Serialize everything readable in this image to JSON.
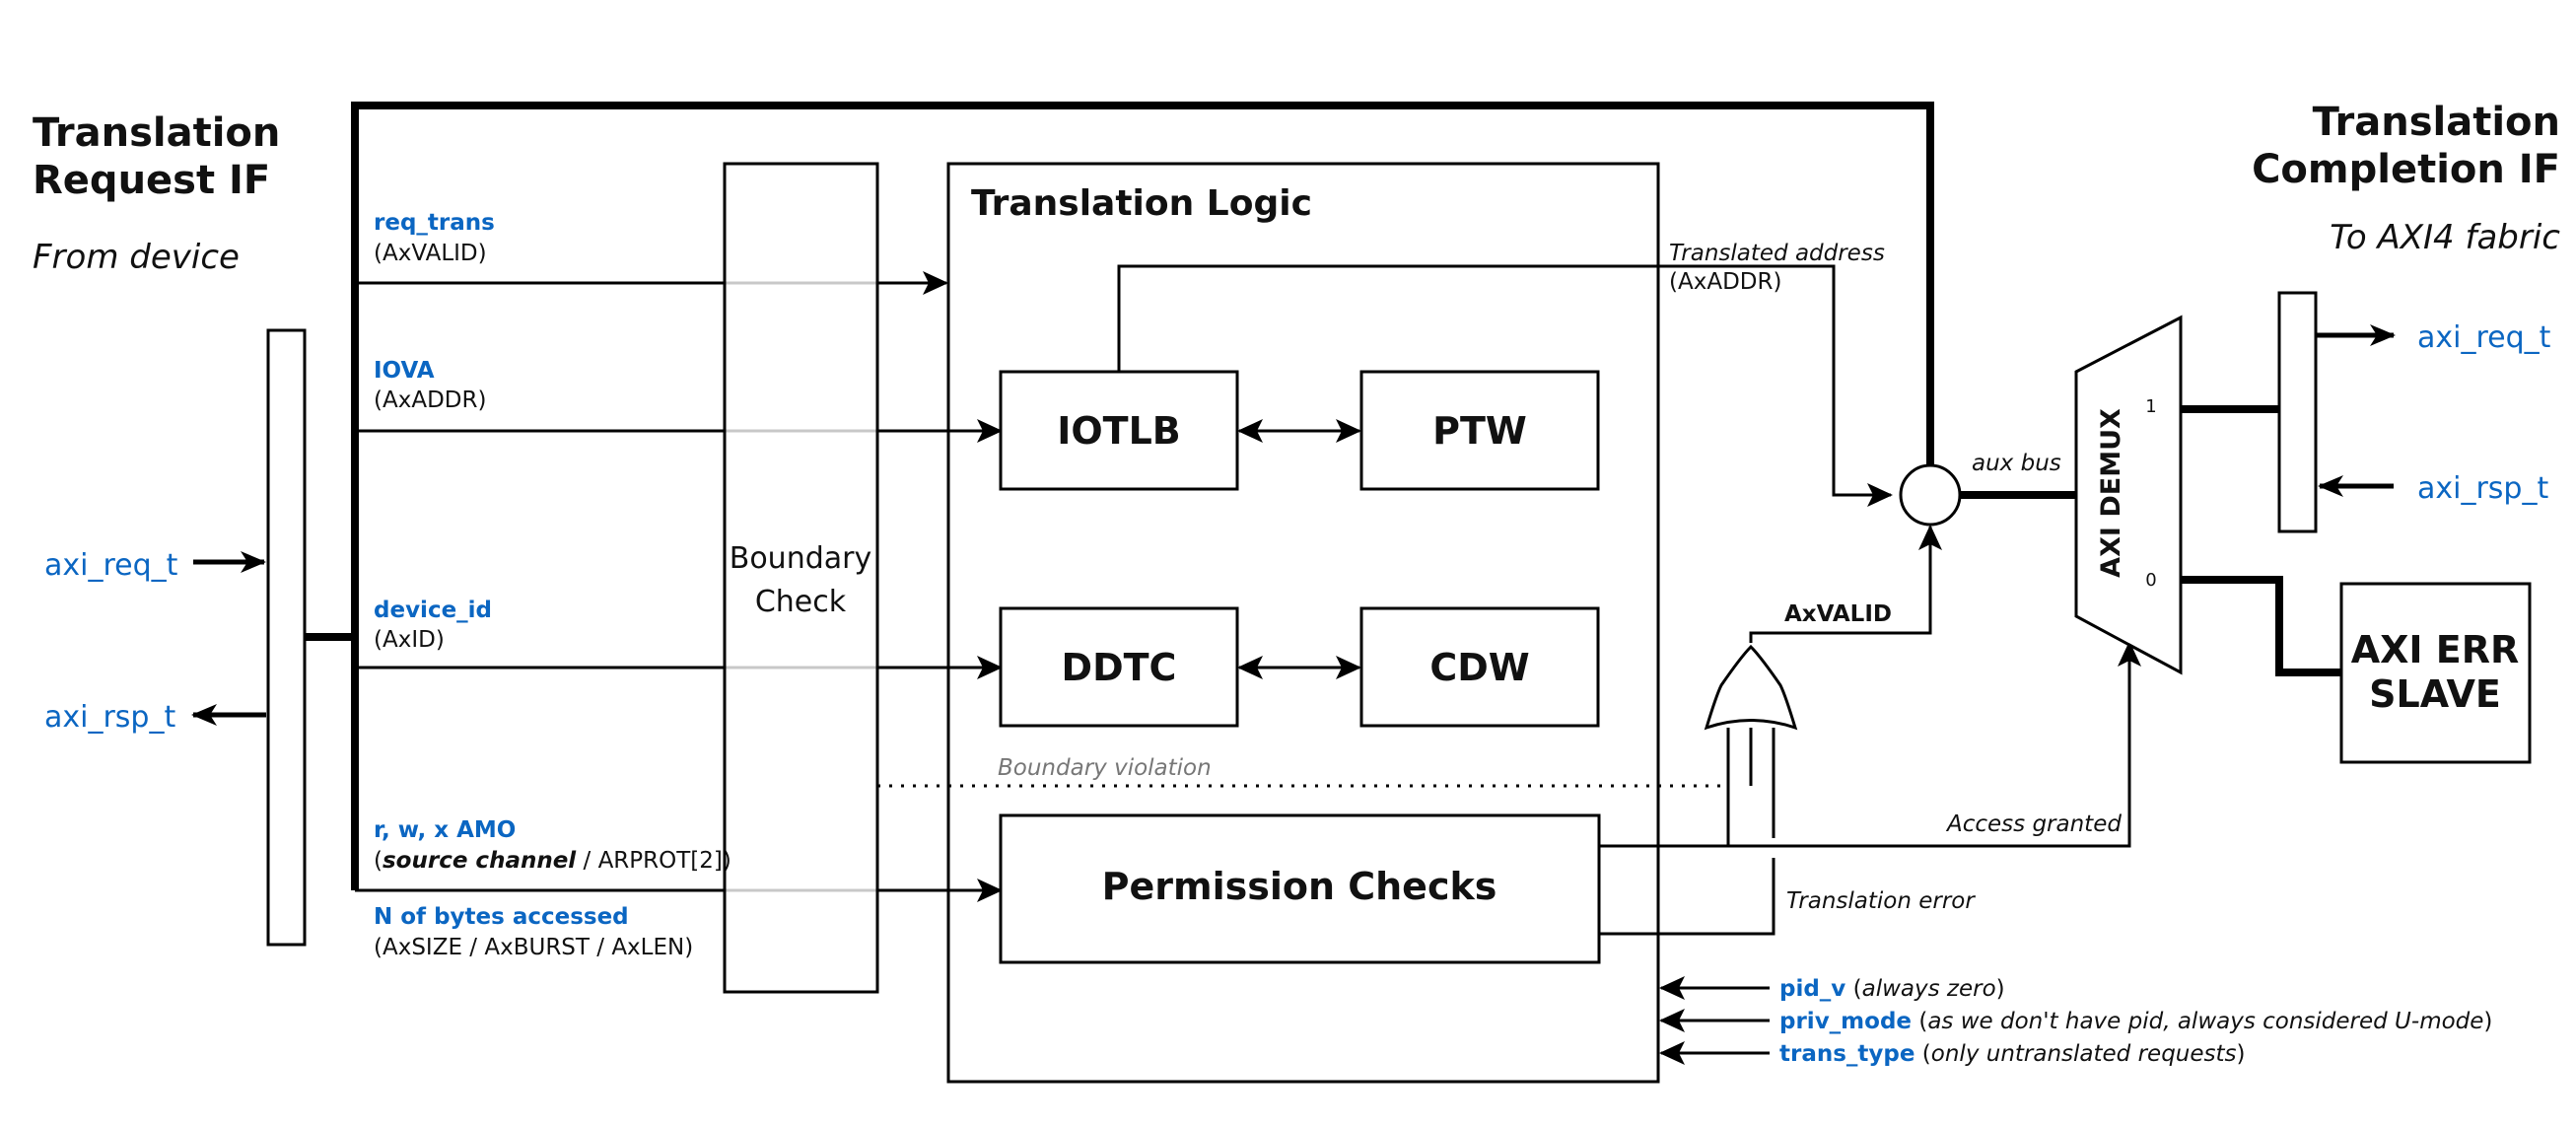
{
  "left_panel": {
    "title_line1": "Translation",
    "title_line2": "Request IF",
    "subtitle": "From device",
    "axi_req": "axi_req_t",
    "axi_rsp": "axi_rsp_t"
  },
  "right_panel": {
    "title_line1": "Translation",
    "title_line2": "Completion IF",
    "subtitle": "To AXI4 fabric",
    "axi_req": "axi_req_t",
    "axi_rsp": "axi_rsp_t"
  },
  "signals": {
    "req_trans": "req_trans",
    "req_trans_axi": "AxVALID",
    "iova": "IOVA",
    "iova_axi": "AxADDR",
    "device_id": "device_id",
    "device_id_axi": "AxID",
    "rwx": "r, w, x AMO",
    "rwx_italic": "source channel",
    "rwx_axi": " / ARPROT[2]",
    "nbytes": "N of bytes accessed",
    "nbytes_axi": "(AxSIZE / AxBURST / AxLEN)"
  },
  "blocks": {
    "boundary_line1": "Boundary",
    "boundary_line2": "Check",
    "translation_logic": "Translation Logic",
    "iotlb": "IOTLB",
    "ptw": "PTW",
    "ddtc": "DDTC",
    "cdw": "CDW",
    "permission_checks": "Permission Checks",
    "demux": "AXI DEMUX",
    "demux_in1": "1",
    "demux_in0": "0",
    "err_line1": "AXI ERR",
    "err_line2": "SLAVE"
  },
  "annotations": {
    "translated_address": "Translated address",
    "translated_address_axi": "AxADDR",
    "aux_bus": "aux bus",
    "axvalid": "AxVALID",
    "boundary_violation": "Boundary violation",
    "access_granted": "Access granted",
    "translation_error": "Translation error"
  },
  "bottom_inputs": [
    {
      "name": "pid_v",
      "note": "always zero"
    },
    {
      "name": "priv_mode",
      "note": "as we don't have pid, always considered U-mode"
    },
    {
      "name": "trans_type",
      "note": "only untranslated requests"
    }
  ]
}
